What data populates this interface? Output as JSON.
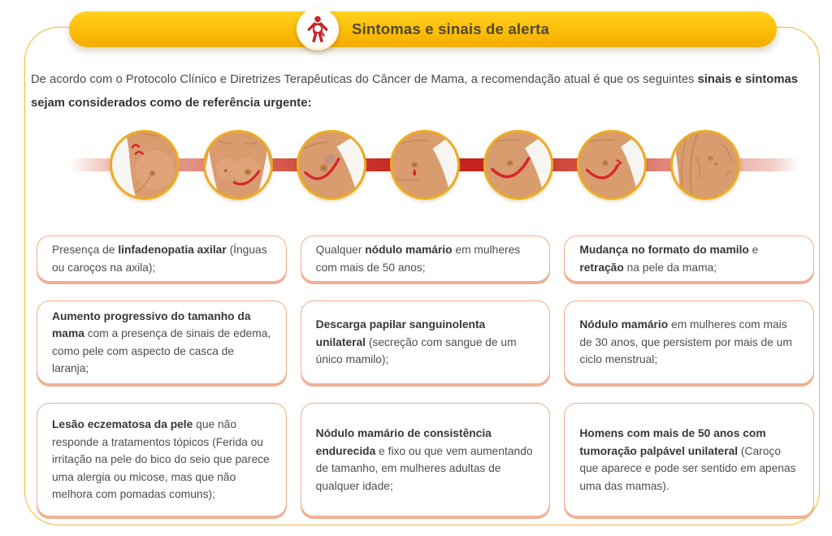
{
  "header": {
    "title": "Sintomas e sinais de alerta",
    "icon": "breast-self-exam-icon"
  },
  "intro": {
    "normal": "De acordo com o Protocolo Clínico e Diretrizes Terapêuticas do Câncer de Mama, a recomendação atual é que os seguintes ",
    "bold": "sinais e sintomas sejam considerados como de referência urgente",
    "suffix": ":"
  },
  "colors": {
    "banner_yellow": "#FDC10A",
    "gold_border": "#F5B62A",
    "accent_red": "#C8242B",
    "card_border": "#F2AE8C",
    "skin_tone": "#D99C6F"
  },
  "illustrations": [
    "axillary-lymph-nodes-illustration",
    "breast-size-increase-illustration",
    "eczematous-skin-lesion-illustration",
    "bloody-nipple-discharge-illustration",
    "hard-breast-lump-illustration",
    "nipple-retraction-illustration",
    "male-armpit-lump-illustration"
  ],
  "cards": [
    {
      "segments": [
        "Presença de ",
        "linfadenopatia axilar",
        " (Ínguas ou caroços na axila);"
      ]
    },
    {
      "segments": [
        "Qualquer ",
        "nódulo mamário",
        " em mulheres com mais de 50 anos;"
      ]
    },
    {
      "segments": [
        "Mudança no formato do mamilo",
        " e ",
        "retração",
        " na pele da mama;"
      ]
    },
    {
      "segments": [
        "Aumento progressivo do tamanho da mama",
        " com a presença de sinais de edema, como pele com aspecto de casca de laranja;"
      ]
    },
    {
      "segments": [
        "Descarga papilar sanguinolenta unilateral",
        " (secreção com sangue de um único mamilo);"
      ]
    },
    {
      "segments": [
        "Nódulo mamário",
        " em mulheres com mais de 30 anos, que persistem por mais de um ciclo menstrual;"
      ]
    },
    {
      "segments": [
        "Lesão eczematosa da pele",
        " que não responde a tratamentos tópicos (Ferida ou irritação na pele do bico do seio que parece uma alergia ou micose, mas que não melhora com pomadas comuns);"
      ]
    },
    {
      "segments": [
        "Nódulo mamário de consistência endurecida",
        " e fixo ou que vem aumentando de tamanho, em mulheres adultas de qualquer idade;"
      ]
    },
    {
      "segments": [
        "Homens com mais de 50 anos com tumoração palpável unilateral",
        " (Caroço que aparece e pode ser sentido em apenas uma das mamas)."
      ]
    }
  ]
}
